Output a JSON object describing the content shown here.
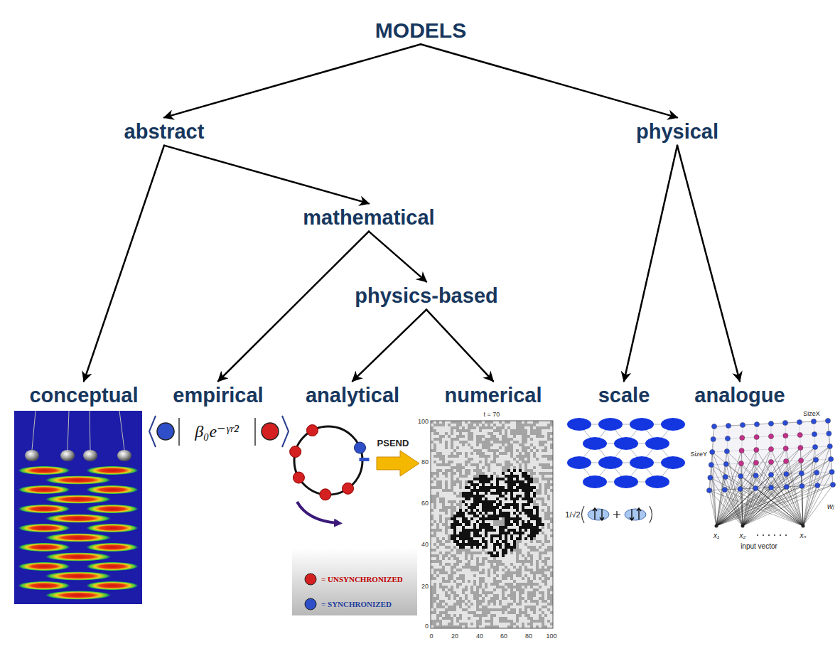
{
  "diagram": {
    "nodes": [
      {
        "text": [
          "MODELS"
        ]
      },
      {
        "text": [
          "abstract"
        ]
      },
      {
        "text": [
          "physical"
        ]
      },
      {
        "text": [
          "mathematical"
        ]
      },
      {
        "text": [
          "physics-based"
        ]
      },
      {
        "text": [
          "conceptual"
        ]
      },
      {
        "text": [
          "empirical"
        ]
      },
      {
        "text": [
          "analytical"
        ]
      },
      {
        "text": [
          "numerical"
        ]
      },
      {
        "text": [
          "scale"
        ]
      },
      {
        "text": [
          "analogue"
        ]
      }
    ],
    "edges": [
      {
        "from": 0,
        "to": 1,
        "arrow": "to"
      },
      {
        "from": 0,
        "to": 2,
        "arrow": "to"
      },
      {
        "from": 1,
        "to": 3,
        "arrow": "to"
      },
      {
        "from": 1,
        "to": 5,
        "arrow": "to"
      },
      {
        "from": 3,
        "to": 6,
        "arrow": "to"
      },
      {
        "from": 3,
        "to": 4,
        "arrow": "to"
      },
      {
        "from": 4,
        "to": 7,
        "arrow": "to"
      },
      {
        "from": 4,
        "to": 8,
        "arrow": "to"
      },
      {
        "from": 2,
        "to": 9,
        "arrow": "to"
      },
      {
        "from": 2,
        "to": 10,
        "arrow": "to"
      }
    ],
    "labels": [
      "β₀e⁻ᵞʳ²",
      "PSEND",
      "= UNSYNCHRONIZED",
      "= SYNCHRONIZED",
      "t = 70",
      "100",
      "80",
      "60",
      "40",
      "20",
      "0",
      "0",
      "20",
      "40",
      "60",
      "80",
      "100",
      "1/√2",
      "SizeX",
      "SizeY",
      "wⱼ",
      "x₁",
      "x₂",
      "xₙ",
      "input vector"
    ]
  }
}
